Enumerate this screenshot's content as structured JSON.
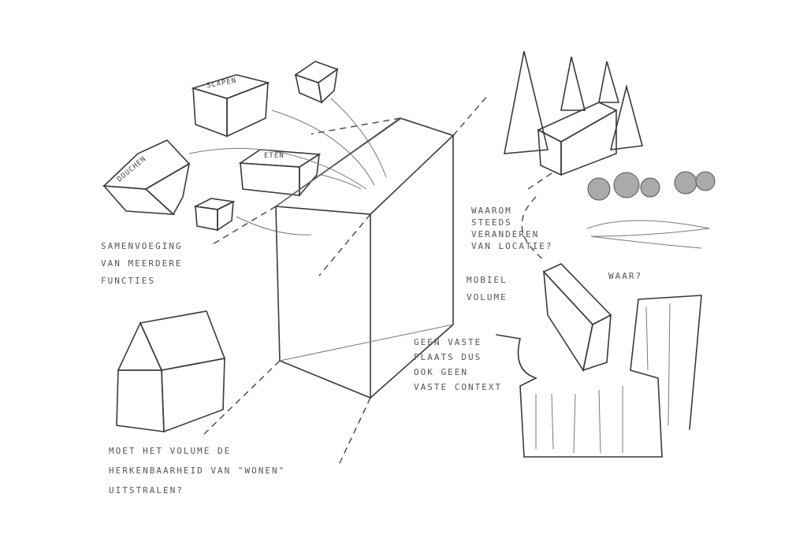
{
  "labels": {
    "slapen": "SLAPEN",
    "douchen": "DOUCHEN",
    "eten": "ETEN"
  },
  "notes": {
    "functions": "SAMENVOEGING\nVAN MEERDERE\nFUNCTIES",
    "mobile": "MOBIEL\nVOLUME",
    "why": "WAAROM\nSTEEDS\nVERANDEREN\nVAN LOCATIE?",
    "where": "WAAR?",
    "context": "GEEN VASTE\nPLAATS DUS\nOOK GEEN\nVASTE CONTEXT",
    "question": "MOET HET VOLUME DE\nHERKENBAARHEID VAN \"WONEN\"\nUITSTRALEN?"
  }
}
